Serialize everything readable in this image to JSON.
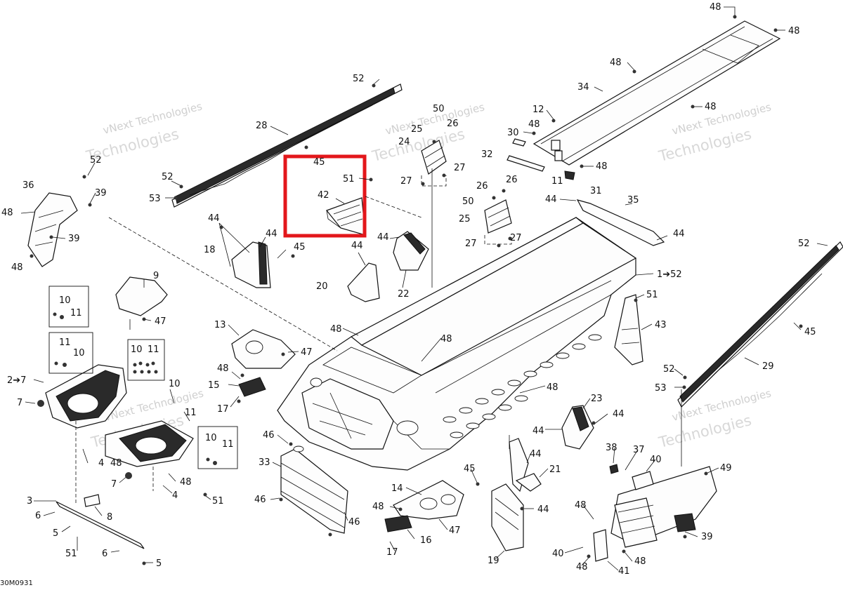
{
  "document_code": "30M0931",
  "watermark": {
    "line1": "vNext Technologies",
    "line2": "Technologies"
  },
  "highlight_box_color": "#e3171b",
  "labels": {
    "p48a": "48",
    "p48b": "48",
    "p48c": "48",
    "p48d": "48",
    "p48e": "48",
    "p34": "34",
    "p12": "12",
    "p30": "30",
    "p32": "32",
    "p11a": "11",
    "p31": "31",
    "p50a": "50",
    "p26a": "26",
    "p25a": "25",
    "p24": "24",
    "p27a": "27",
    "p27b": "27",
    "p52a": "52",
    "p28": "28",
    "p45a": "45",
    "p51a": "51",
    "p42": "42",
    "p26b": "26",
    "p26c": "26",
    "p50b": "50",
    "p25b": "25",
    "p27c": "27",
    "p27d": "27",
    "p44a": "44",
    "p35": "35",
    "p44b": "44",
    "p52b": "52",
    "p39a": "39",
    "p36": "36",
    "p48f": "48",
    "p39b": "39",
    "p48g": "48",
    "p52c": "52",
    "p53a": "53",
    "p44c": "44",
    "p44d": "44",
    "p18": "18",
    "p45b": "45",
    "p44e": "44",
    "p44f": "44",
    "p20": "20",
    "p22": "22",
    "p1": "1➔52",
    "p51b": "51",
    "p43": "43",
    "p52d": "52",
    "p45c": "45",
    "p29": "29",
    "p52e": "52",
    "p53b": "53",
    "p9": "9",
    "p47a": "47",
    "p10a": "10",
    "p11b": "11",
    "p11c": "11",
    "p10b": "10",
    "p10c": "10",
    "p11d": "11",
    "p2": "2➔7",
    "p7a": "7",
    "p10d": "10",
    "p11e": "11",
    "p13": "13",
    "p47b": "47",
    "p48h": "48",
    "p15": "15",
    "p17a": "17",
    "p48i": "48",
    "p48j": "48",
    "p10e": "10",
    "p11f": "11",
    "p4a": "4",
    "p48k": "48",
    "p7b": "7",
    "p48l": "48",
    "p4b": "4",
    "p51c": "51",
    "p3": "3",
    "p6a": "6",
    "p8": "8",
    "p5a": "5",
    "p51d": "51",
    "p6b": "6",
    "p5b": "5",
    "p46a": "46",
    "p33": "33",
    "p46b": "46",
    "p46c": "46",
    "p48m": "48",
    "p14": "14",
    "p47c": "47",
    "p16": "16",
    "p17b": "17",
    "p23": "23",
    "p44g": "44",
    "p44h": "44",
    "p44i": "44",
    "p21": "21",
    "p45d": "45",
    "p44j": "44",
    "p19": "19",
    "p38": "38",
    "p37": "37",
    "p40a": "40",
    "p49": "49",
    "p48n": "48",
    "p39c": "39",
    "p40b": "40",
    "p48o": "48",
    "p48p": "48",
    "p41": "41"
  }
}
